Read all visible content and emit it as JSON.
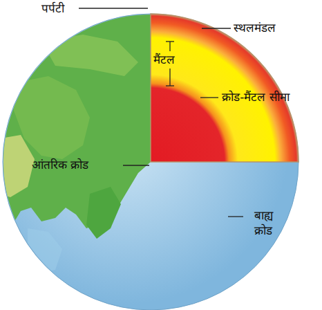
{
  "diagram": {
    "labels": [
      "पर्पटी",
      "स्थलमंडल",
      "मैंटल",
      "क्रोड-मैंटल सीमा",
      "बाह्य क्रोड",
      "आंतरिक क्रोड"
    ]
  }
}
